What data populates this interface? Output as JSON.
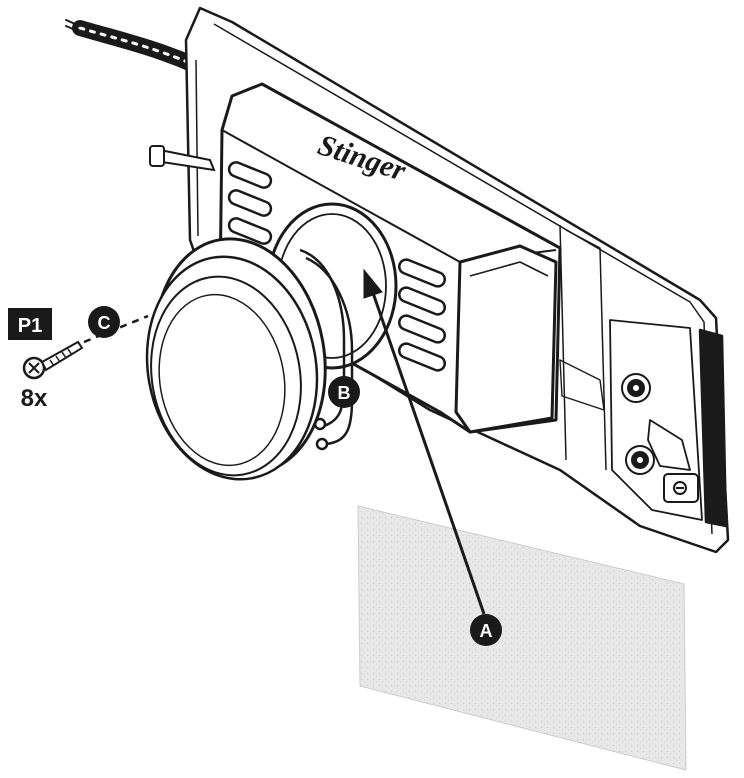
{
  "parts": {
    "screw": {
      "badge": "P1",
      "quantity": "8x"
    }
  },
  "callouts": {
    "a": "A",
    "b": "B",
    "c": "C"
  },
  "enclosure": {
    "logo": "Stinger"
  },
  "colors": {
    "line": "#1a1a1a",
    "badge_bg": "#1a1a1a",
    "felt_fill": "#e6e6e6"
  }
}
